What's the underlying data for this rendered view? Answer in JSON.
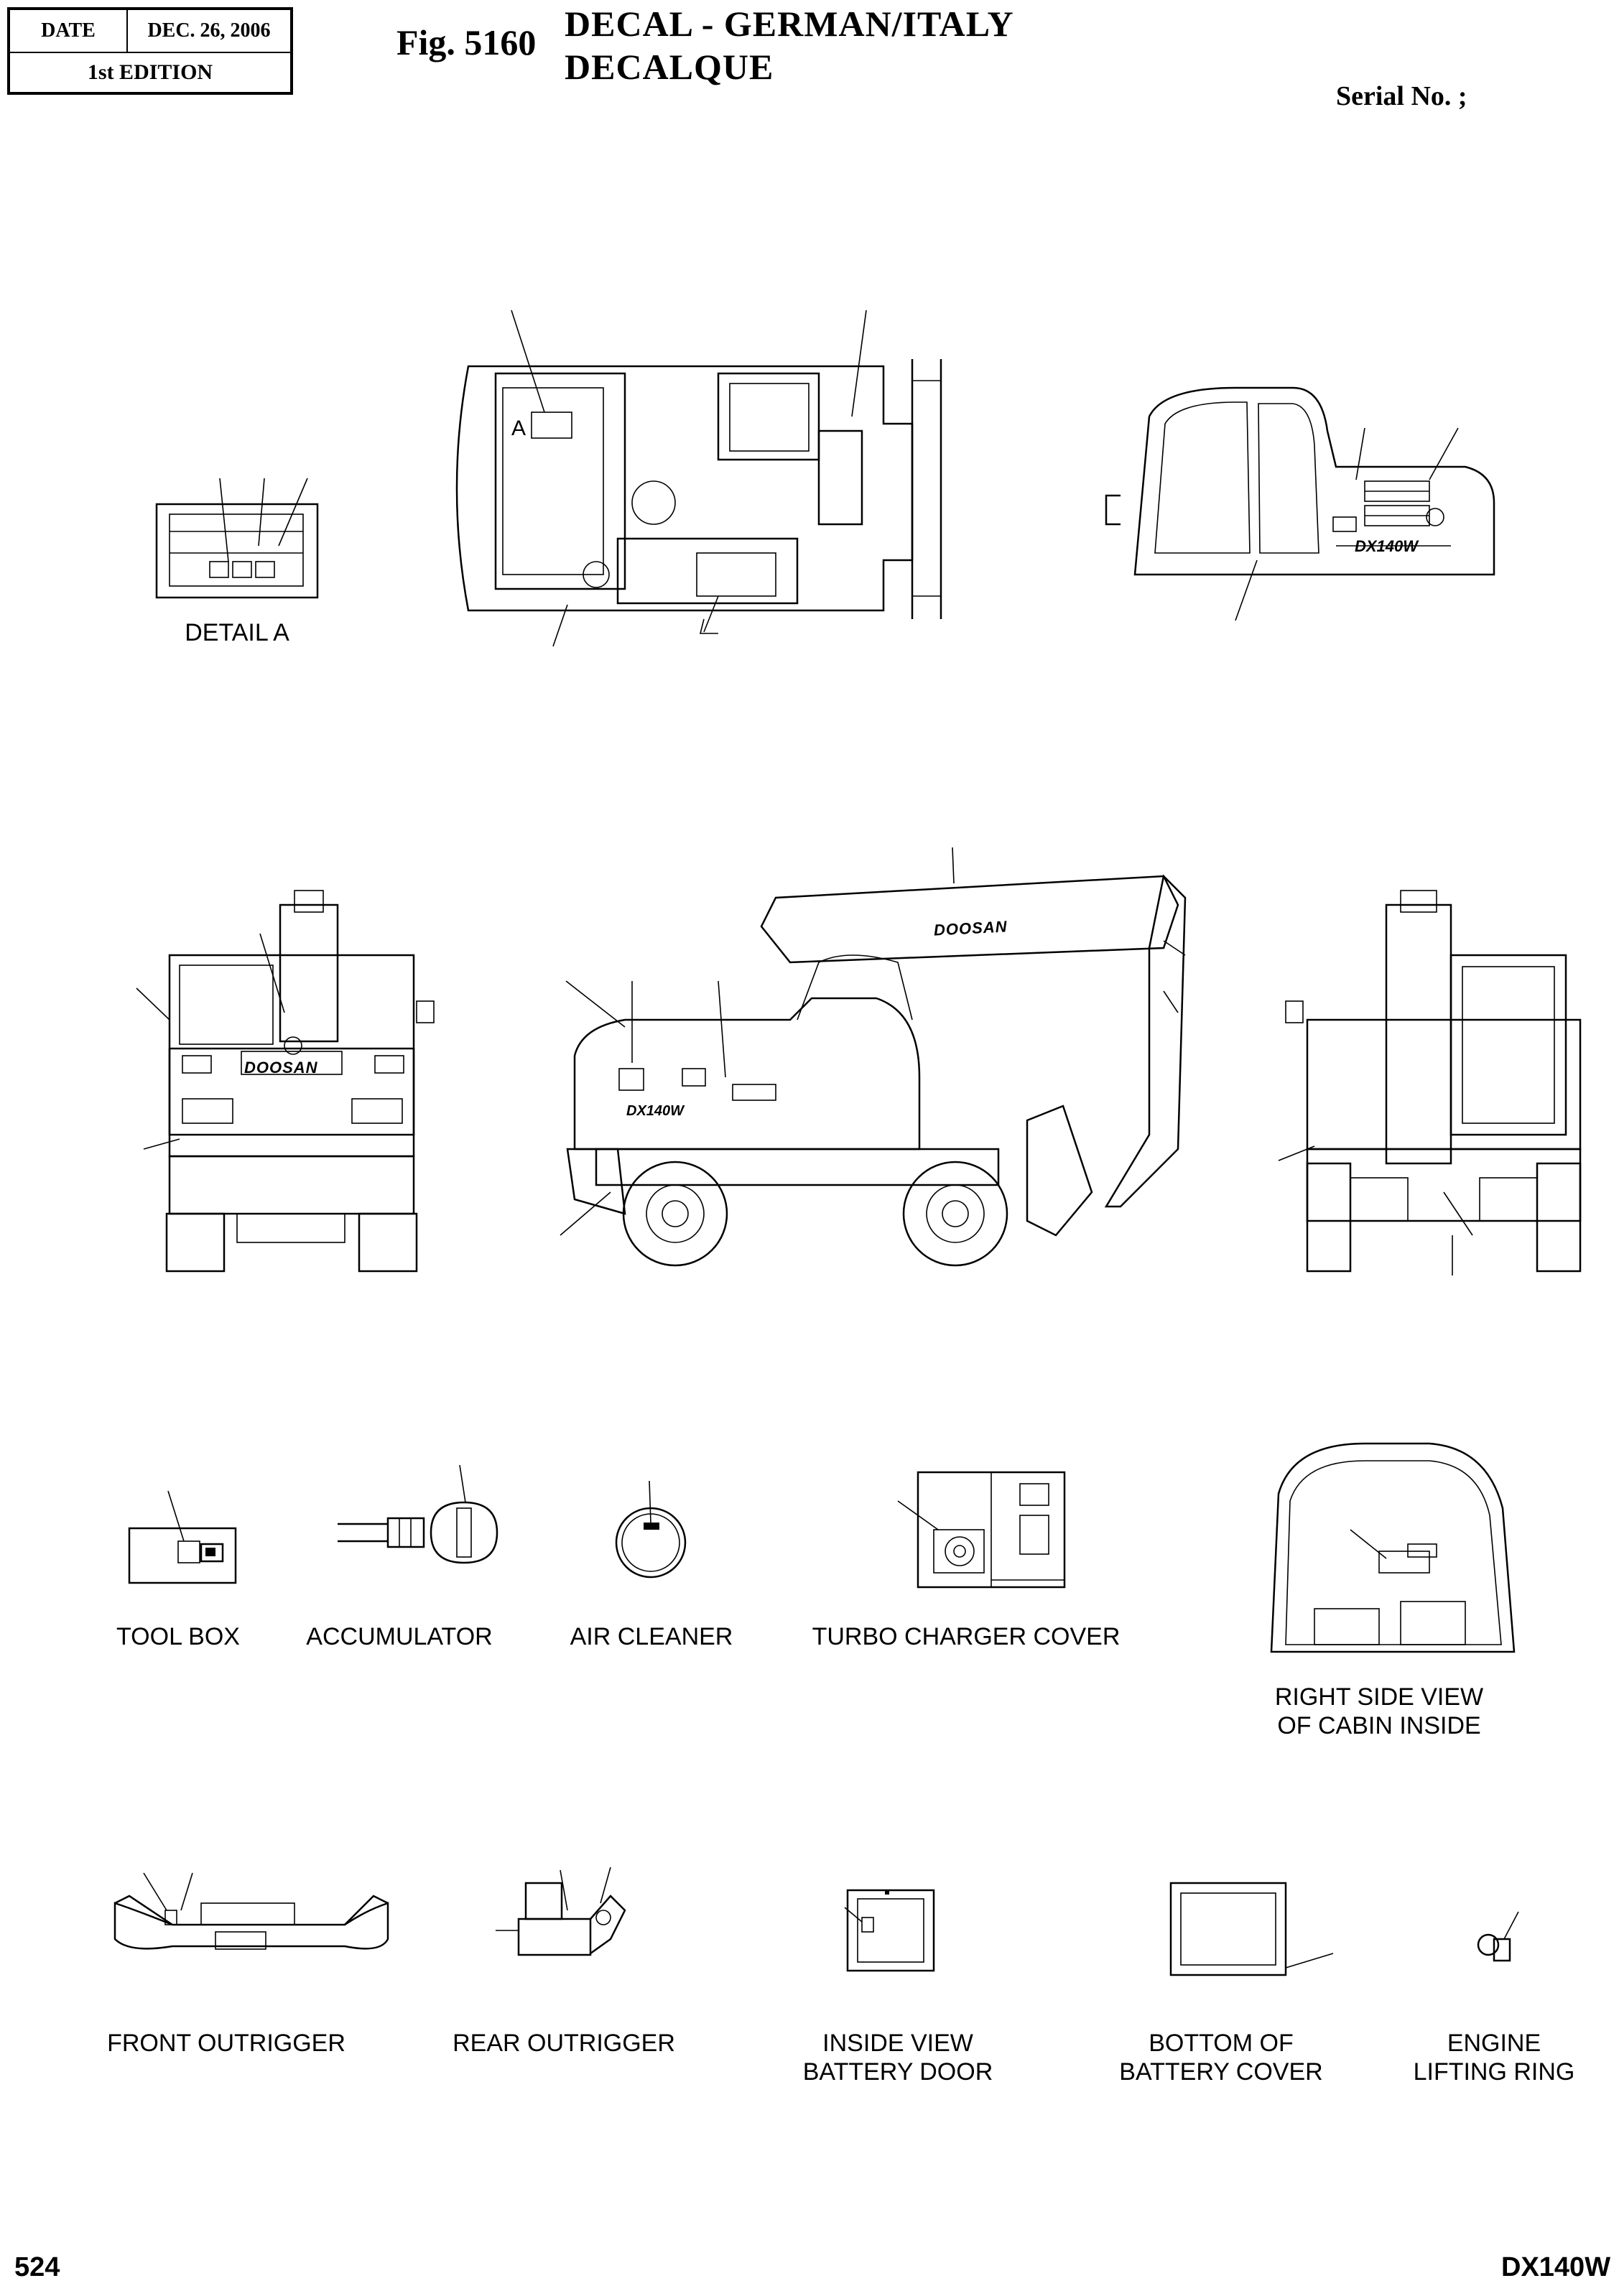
{
  "header": {
    "date_label": "DATE",
    "date_value": "DEC. 26, 2006",
    "edition": "1st EDITION",
    "fig_number": "Fig. 5160",
    "title_line1": "DECAL  -  GERMAN/ITALY",
    "title_line2": "DECALQUE",
    "serial": "Serial No. ;"
  },
  "views": {
    "detail_a": "DETAIL  A",
    "detail_marker": "A",
    "boom_brand": "DOOSAN",
    "rear_brand": "DOOSAN",
    "model_badge": "DX140W",
    "side_badge": "DX140W",
    "tool_box": "TOOL BOX",
    "accumulator": "ACCUMULATOR",
    "air_cleaner": "AIR CLEANER",
    "turbo_charger_cover": "TURBO CHARGER COVER",
    "cabin_inside_line1": "RIGHT SIDE VIEW",
    "cabin_inside_line2": "OF CABIN INSIDE",
    "front_outrigger": "FRONT OUTRIGGER",
    "rear_outrigger": "REAR OUTRIGGER",
    "battery_door_line1": "INSIDE VIEW",
    "battery_door_line2": "BATTERY DOOR",
    "battery_cover_line1": "BOTTOM OF",
    "battery_cover_line2": "BATTERY COVER",
    "lifting_ring_line1": "ENGINE",
    "lifting_ring_line2": "LIFTING RING"
  },
  "footer": {
    "page_number": "524",
    "model": "DX140W"
  }
}
